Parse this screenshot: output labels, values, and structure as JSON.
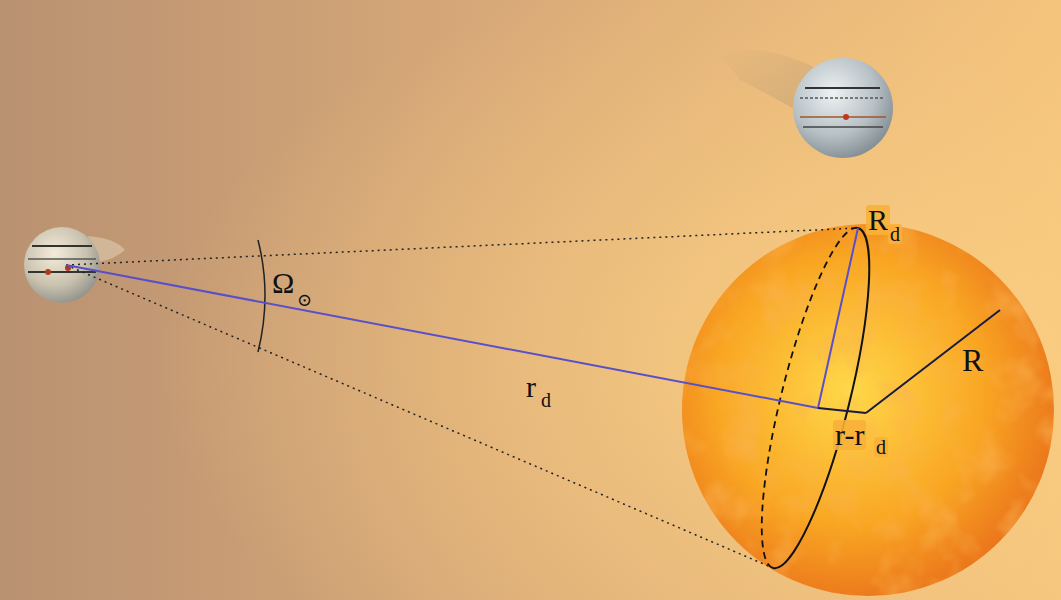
{
  "diagram": {
    "labels": [
      "Ω",
      "⊙",
      "r",
      "d",
      "R",
      "d",
      "R",
      "r-r",
      "d"
    ]
  }
}
